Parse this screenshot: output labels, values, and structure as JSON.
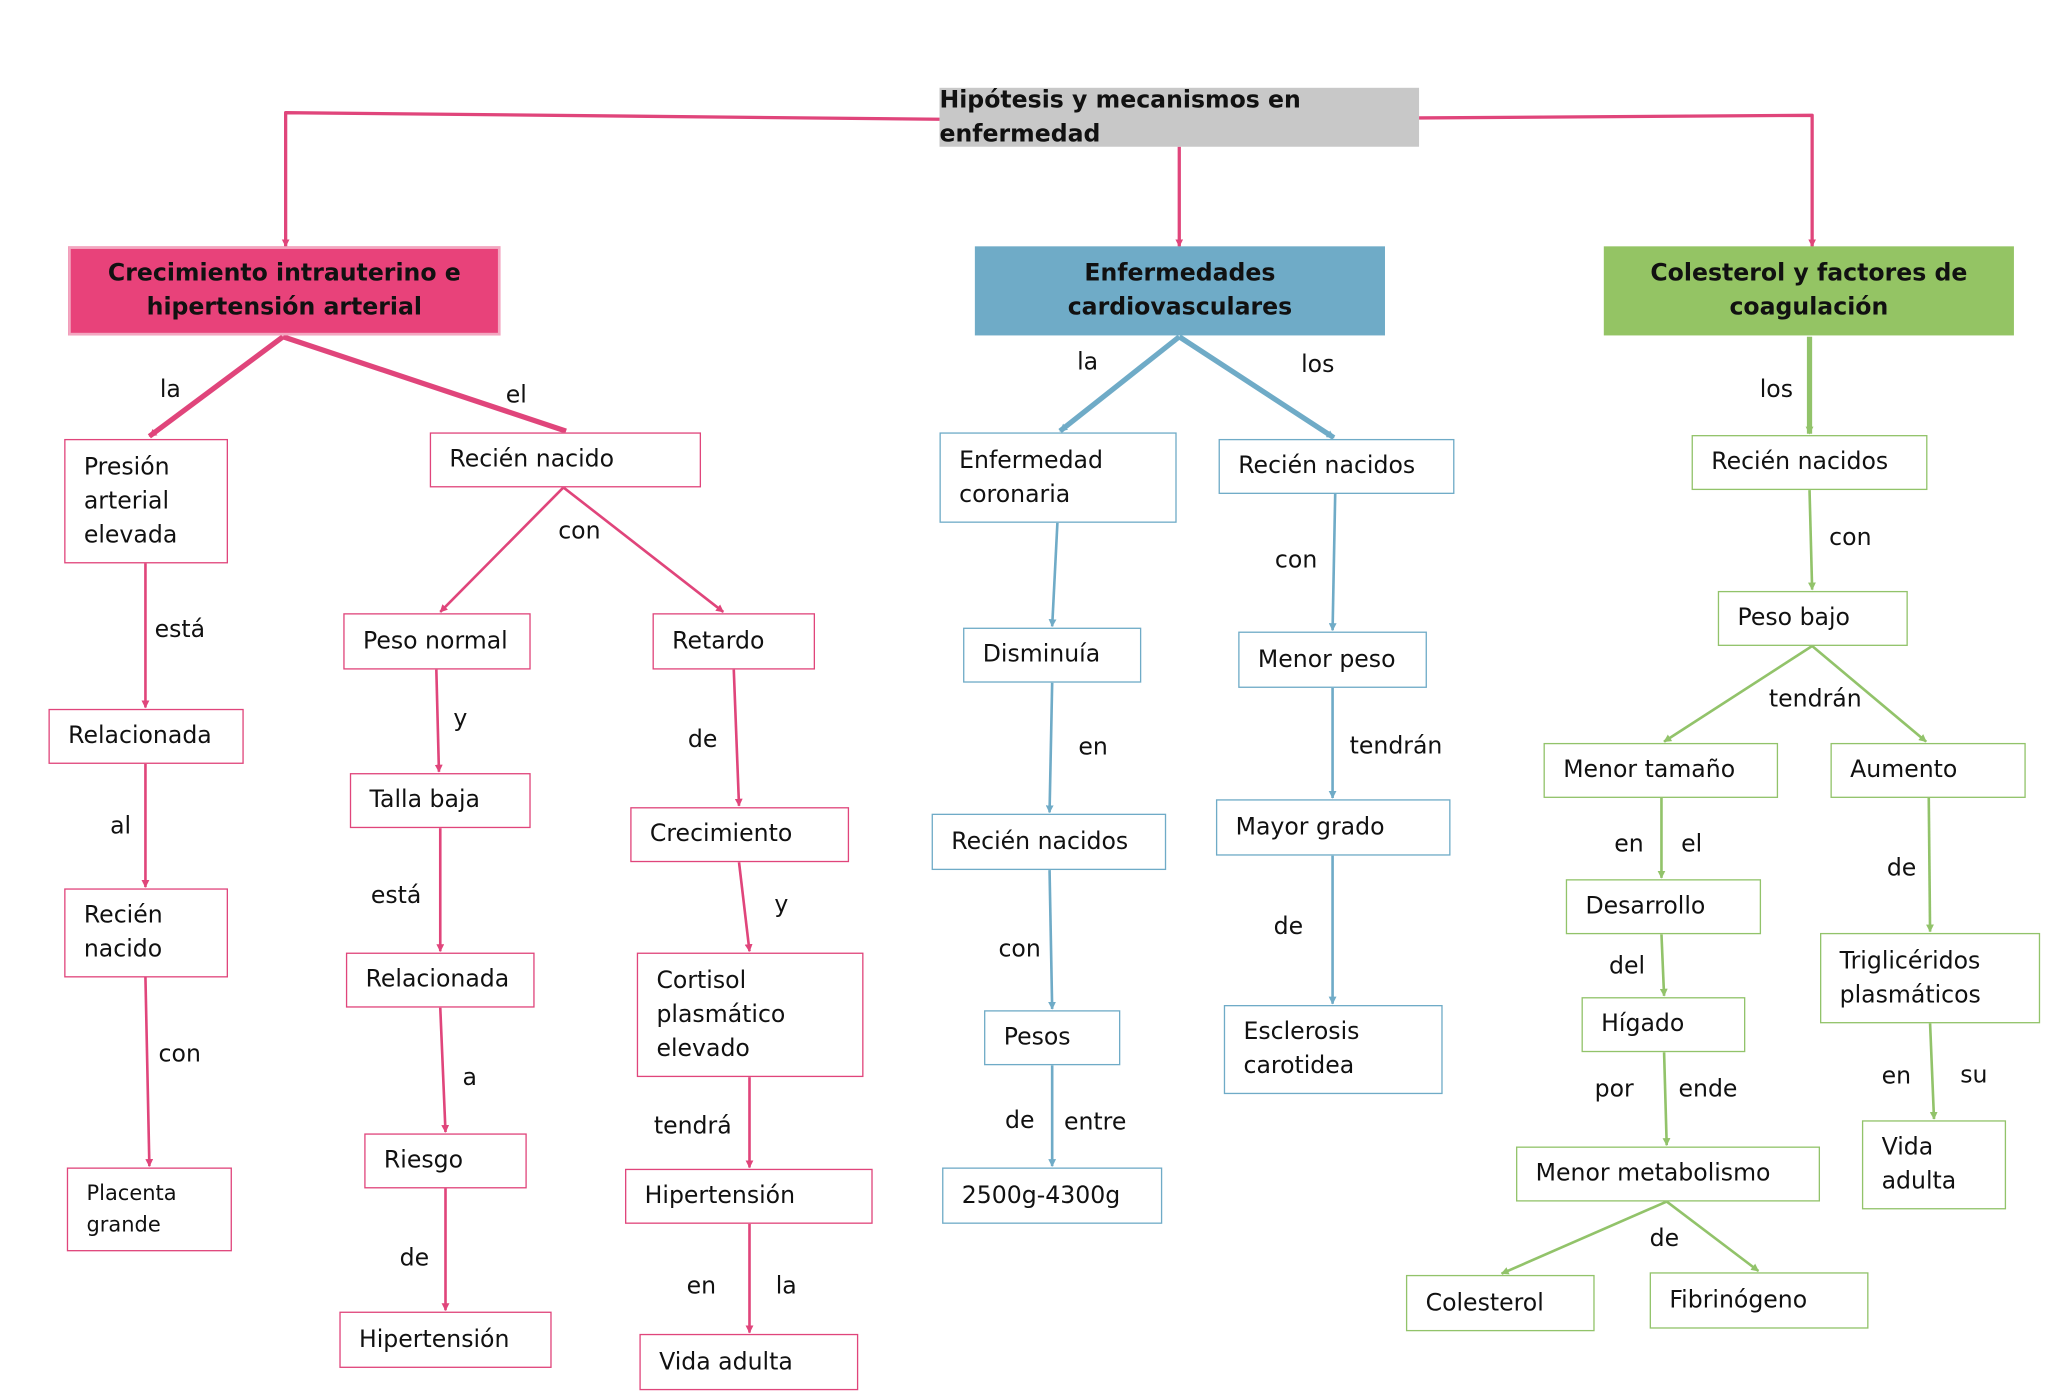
{
  "title": "Hipótesis y mecanismos en enfermedad",
  "colors": {
    "pink": "#e0457b",
    "blue": "#6fabc7",
    "green": "#92c36a",
    "root_bg": "#c8c8c8"
  },
  "branches": {
    "growth": {
      "title": "Crecimiento intrauterino e hipertensión arterial",
      "nodes": {
        "presion": "Presión\narterial\nelevada",
        "relacionada": "Relacionada",
        "recien_nacido_1": "Recién\nnacido",
        "placenta": "Placenta\ngrande",
        "recien_nacido_2": "Recién nacido",
        "peso_normal": "Peso normal",
        "talla_baja": "Talla baja",
        "relacionada_2": "Relacionada",
        "riesgo": "Riesgo",
        "hipertension_1": "Hipertensión",
        "retardo": "Retardo",
        "crecimiento": "Crecimiento",
        "cortisol": "Cortisol\nplasmático\nelevado",
        "hipertension_2": "Hipertensión",
        "vida_adulta": "Vida adulta"
      },
      "labels": {
        "la": "la",
        "el": "el",
        "esta_1": "está",
        "al": "al",
        "con_1": "con",
        "con_2": "con",
        "y_1": "y",
        "esta_2": "está",
        "a": "a",
        "de_1": "de",
        "de_2": "de",
        "y_2": "y",
        "tendra": "tendrá",
        "en": "en",
        "la_2": "la"
      }
    },
    "cardio": {
      "title": "Enfermedades cardiovasculares",
      "nodes": {
        "coronaria": "Enfermedad\ncoronaria",
        "disminuia": "Disminuía",
        "recien_nacidos_1": "Recién nacidos",
        "pesos": "Pesos",
        "rango": "2500g-4300g",
        "recien_nacidos_2": "Recién nacidos",
        "menor_peso": "Menor peso",
        "mayor_grado": "Mayor grado",
        "esclerosis": "Esclerosis\ncarotidea"
      },
      "labels": {
        "la": "la",
        "los": "los",
        "en": "en",
        "con_1": "con",
        "de": "de",
        "entre": "entre",
        "con_2": "con",
        "tendran": "tendrán",
        "de_2": "de"
      }
    },
    "chol": {
      "title": "Colesterol y factores de coagulación",
      "nodes": {
        "recien_nacidos": "Recién nacidos",
        "peso_bajo": "Peso bajo",
        "menor_tamano": "Menor tamaño",
        "desarrollo": "Desarrollo",
        "higado": "Hígado",
        "menor_metabolismo": "Menor metabolismo",
        "colesterol": "Colesterol",
        "fibrinogeno": "Fibrinógeno",
        "aumento": "Aumento",
        "trigliceridos": "Triglicéridos\nplasmáticos",
        "vida_adulta": "Vida\nadulta"
      },
      "labels": {
        "los": "los",
        "con": "con",
        "tendran": "tendrán",
        "en": "en",
        "el": "el",
        "del": "del",
        "por": "por",
        "ende": "ende",
        "de": "de",
        "de_2": "de",
        "en_2": "en",
        "su": "su"
      }
    }
  }
}
